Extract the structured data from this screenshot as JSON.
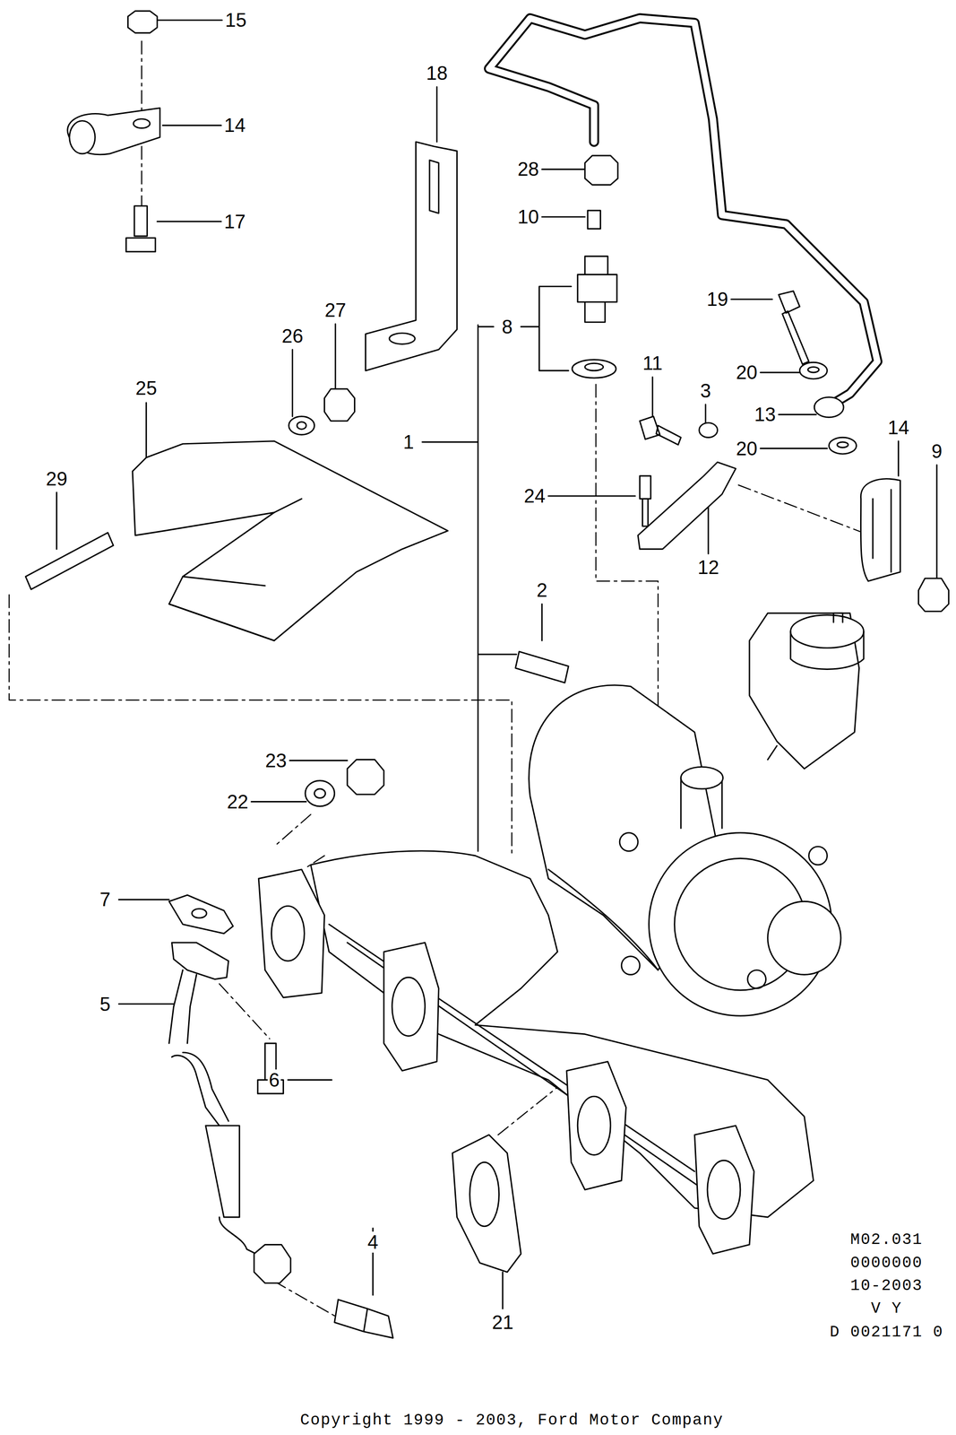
{
  "diagram": {
    "labels": [
      "15",
      "18",
      "14",
      "28",
      "10",
      "17",
      "19",
      "27",
      "26",
      "8",
      "11",
      "3",
      "20",
      "25",
      "13",
      "14",
      "1",
      "20",
      "9",
      "29",
      "24",
      "12",
      "2",
      "23",
      "22",
      "7",
      "5",
      "6",
      "4",
      "21",
      "M02.031",
      "0000000",
      "10-2003",
      "V Y",
      "D 0021171 0",
      "Copyright 1999 - 2003, Ford Motor Company"
    ]
  }
}
